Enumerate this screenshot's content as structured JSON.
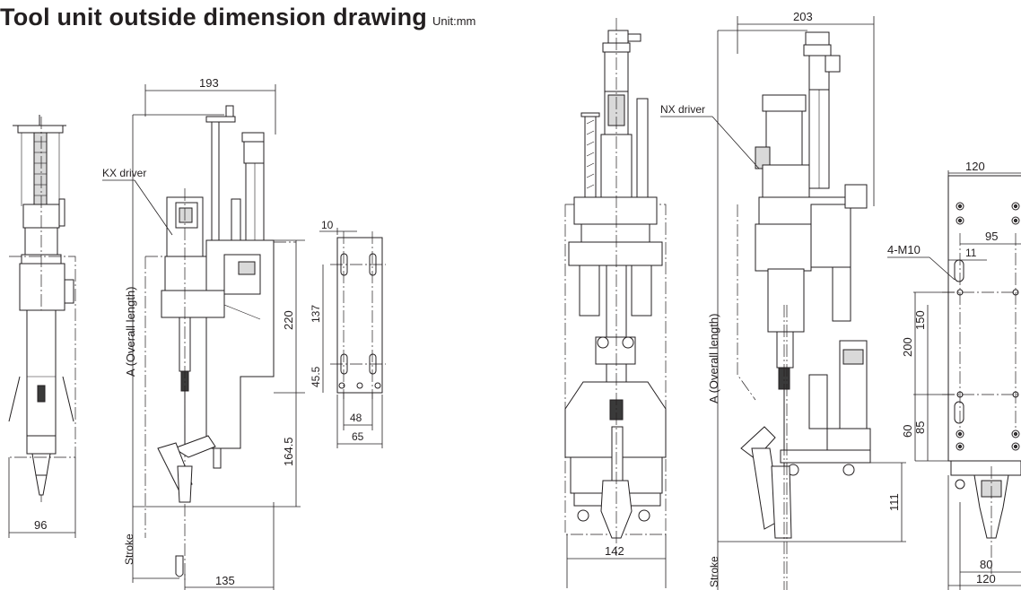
{
  "title": {
    "main": "Tool unit outside dimension drawing",
    "unit": "Unit:mm"
  },
  "kx_unit": {
    "driver_label": "KX driver",
    "dim_width": "193",
    "dim_220": "220",
    "dim_164_5": "164.5",
    "dim_bottom_width": "135",
    "dim_side_width": "96",
    "overall_length_label": "A (Overall length)",
    "stroke_label": "Stroke"
  },
  "kx_bracket": {
    "dim_top_offset": "10",
    "dim_137": "137",
    "dim_45_5": "45.5",
    "dim_48": "48",
    "dim_65": "65"
  },
  "nx_unit": {
    "driver_label": "NX driver",
    "dim_width": "203",
    "dim_front_width": "142",
    "dim_111": "111",
    "overall_length_label": "A (Overall length)",
    "stroke_label": "Stroke"
  },
  "nx_bracket": {
    "dim_120_top": "120",
    "dim_95": "95",
    "dim_11": "11",
    "hole_label": "4-M10",
    "dim_200": "200",
    "dim_150": "150",
    "dim_60": "60",
    "dim_85": "85",
    "dim_80": "80",
    "dim_120_bottom": "120"
  }
}
